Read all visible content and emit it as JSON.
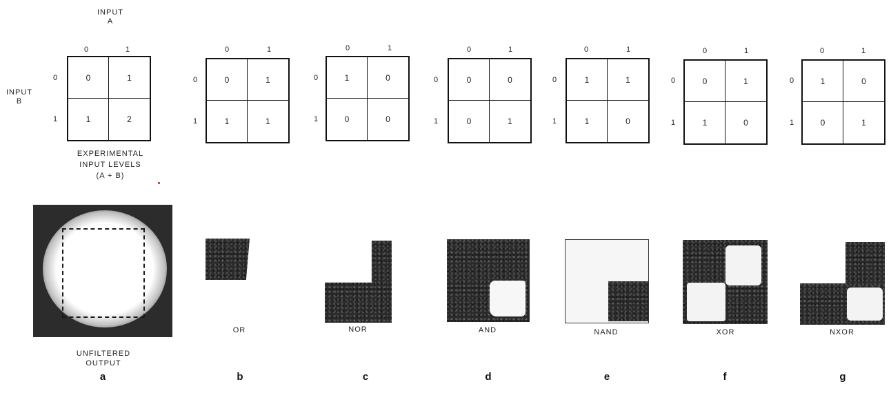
{
  "header": {
    "input_a_line1": "INPUT",
    "input_a_line2": "A",
    "input_b_line1": "INPUT",
    "input_b_line2": "B"
  },
  "axis_bits": {
    "col0": "0",
    "col1": "1",
    "row0": "0",
    "row1": "1"
  },
  "tables": [
    {
      "cells": [
        "0",
        "1",
        "1",
        "2"
      ]
    },
    {
      "cells": [
        "0",
        "1",
        "1",
        "1"
      ]
    },
    {
      "cells": [
        "1",
        "0",
        "0",
        "0"
      ]
    },
    {
      "cells": [
        "0",
        "0",
        "0",
        "1"
      ]
    },
    {
      "cells": [
        "1",
        "1",
        "1",
        "0"
      ]
    },
    {
      "cells": [
        "0",
        "1",
        "1",
        "0"
      ]
    },
    {
      "cells": [
        "1",
        "0",
        "0",
        "1"
      ]
    }
  ],
  "caption_a": {
    "line1": "EXPERIMENTAL",
    "line2": "INPUT LEVELS",
    "line3": "(A + B)"
  },
  "unfiltered": {
    "line1": "UNFILTERED",
    "line2": "OUTPUT"
  },
  "gates": [
    "OR",
    "NOR",
    "AND",
    "NAND",
    "XOR",
    "NXOR"
  ],
  "panel_letters": [
    "a",
    "b",
    "c",
    "d",
    "e",
    "f",
    "g"
  ]
}
